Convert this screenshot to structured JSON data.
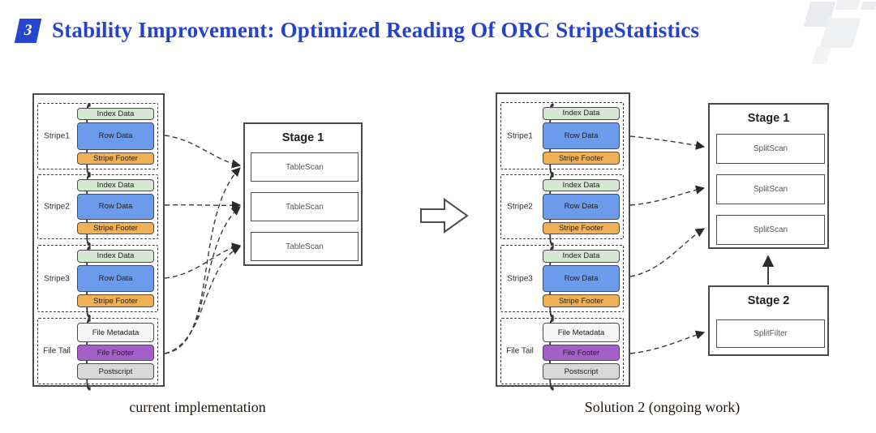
{
  "header": {
    "badge": "3",
    "title": "Stability Improvement: Optimized Reading Of ORC StripeStatistics"
  },
  "colors": {
    "title_blue": "#2543cb",
    "badge_blue": "#2746d0",
    "index_data": "#d6e8d4",
    "row_data": "#6d9beb",
    "stripe_footer": "#f0b055",
    "file_metadata": "#f5f5f5",
    "file_footer": "#a55fc8",
    "postscript": "#d9d9d9",
    "box_border": "#4a4a4a",
    "arrow": "#3c3c3c"
  },
  "orc_file": {
    "brace_glyph": "{",
    "stripes": [
      {
        "label": "Stripe1",
        "rows": [
          "Index Data",
          "Row Data",
          "Stripe Footer"
        ]
      },
      {
        "label": "Stripe2",
        "rows": [
          "Index Data",
          "Row Data",
          "Stripe Footer"
        ]
      },
      {
        "label": "Stripe3",
        "rows": [
          "Index Data",
          "Row Data",
          "Stripe Footer"
        ]
      },
      {
        "label": "File Tail",
        "rows": [
          "File Metadata",
          "File Footer",
          "Postscript"
        ]
      }
    ]
  },
  "panels": {
    "left": {
      "caption": "current implementation",
      "stage1": {
        "title": "Stage 1",
        "tasks": [
          "TableScan",
          "TableScan",
          "TableScan"
        ]
      }
    },
    "right": {
      "caption": "Solution 2 (ongoing work)",
      "stage1": {
        "title": "Stage 1",
        "tasks": [
          "SplitScan",
          "SplitScan",
          "SplitScan"
        ]
      },
      "stage2": {
        "title": "Stage 2",
        "tasks": [
          "SplitFilter"
        ]
      }
    }
  }
}
